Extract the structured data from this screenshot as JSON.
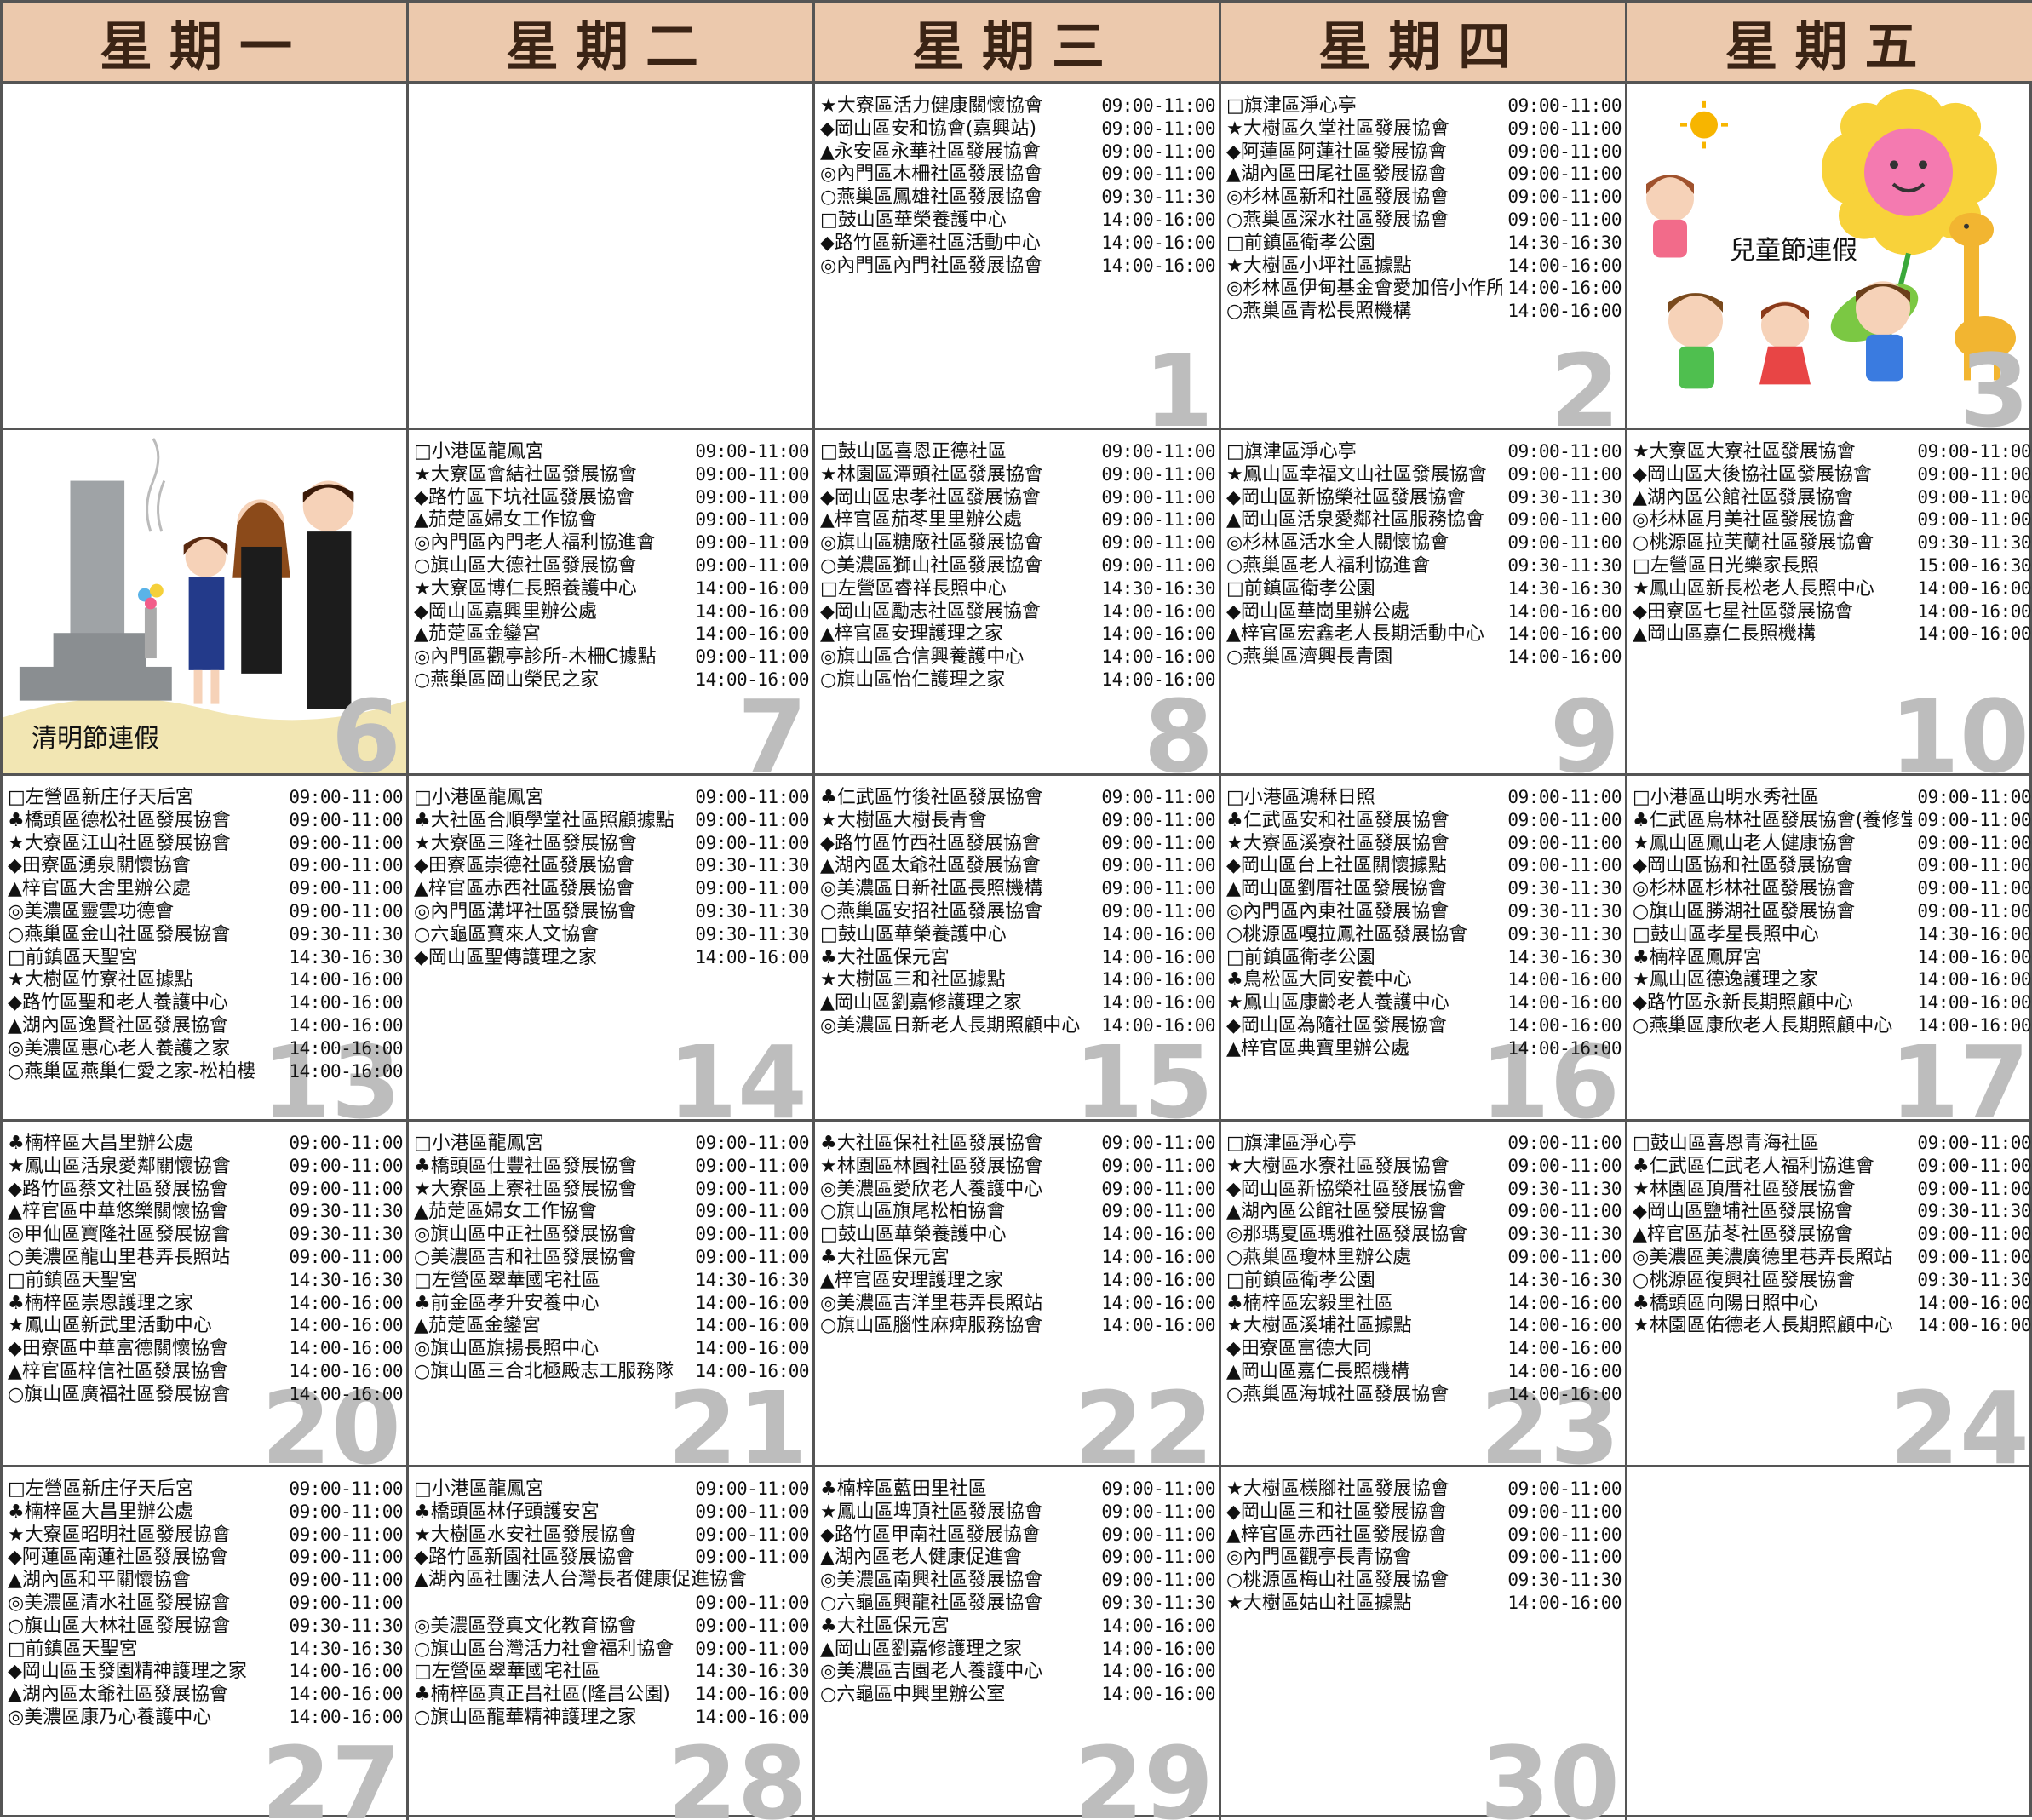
{
  "weekdays": [
    "星期一",
    "星期二",
    "星期三",
    "星期四",
    "星期五"
  ],
  "days": [
    {
      "date": "",
      "entries": []
    },
    {
      "date": "",
      "entries": []
    },
    {
      "date": "1",
      "entries": [
        [
          "★大寮區活力健康關懷協會",
          "09:00-11:00"
        ],
        [
          "◆岡山區安和協會(嘉興站)",
          "09:00-11:00"
        ],
        [
          "▲永安區永華社區發展協會",
          "09:00-11:00"
        ],
        [
          "◎內門區木柵社區發展協會",
          "09:00-11:00"
        ],
        [
          "○燕巢區鳳雄社區發展協會",
          "09:30-11:30"
        ],
        [
          "□鼓山區華榮養護中心",
          "14:00-16:00"
        ],
        [
          "◆路竹區新達社區活動中心",
          "14:00-16:00"
        ],
        [
          "◎內門區內門社區發展協會",
          "14:00-16:00"
        ]
      ]
    },
    {
      "date": "2",
      "entries": [
        [
          "□旗津區淨心亭",
          "09:00-11:00"
        ],
        [
          "★大樹區久堂社區發展協會",
          "09:00-11:00"
        ],
        [
          "◆阿蓮區阿蓮社區發展協會",
          "09:00-11:00"
        ],
        [
          "▲湖內區田尾社區發展協會",
          "09:00-11:00"
        ],
        [
          "◎杉林區新和社區發展協會",
          "09:00-11:00"
        ],
        [
          "○燕巢區深水社區發展協會",
          "09:00-11:00"
        ],
        [
          "□前鎮區衛孝公園",
          "14:30-16:30"
        ],
        [
          "★大樹區小坪社區據點",
          "14:00-16:00"
        ],
        [
          "◎杉林區伊甸基金會愛加倍小作所",
          "14:00-16:00"
        ],
        [
          "○燕巢區青松長照機構",
          "14:00-16:00"
        ]
      ]
    },
    {
      "date": "3",
      "entries": [],
      "holiday": "兒童節連假"
    },
    {
      "date": "6",
      "entries": [],
      "holiday": "清明節連假"
    },
    {
      "date": "7",
      "entries": [
        [
          "□小港區龍鳳宮",
          "09:00-11:00"
        ],
        [
          "★大寮區會結社區發展協會",
          "09:00-11:00"
        ],
        [
          "◆路竹區下坑社區發展協會",
          "09:00-11:00"
        ],
        [
          "▲茄萣區婦女工作協會",
          "09:00-11:00"
        ],
        [
          "◎內門區內門老人福利協進會",
          "09:00-11:00"
        ],
        [
          "○旗山區大德社區發展協會",
          "09:00-11:00"
        ],
        [
          "★大寮區博仁長照養護中心",
          "14:00-16:00"
        ],
        [
          "◆岡山區嘉興里辦公處",
          "14:00-16:00"
        ],
        [
          "▲茄萣區金鑾宮",
          "14:00-16:00"
        ],
        [
          "◎內門區觀亭診所-木柵C據點",
          "09:00-11:00"
        ],
        [
          "○燕巢區岡山榮民之家",
          "14:00-16:00"
        ]
      ]
    },
    {
      "date": "8",
      "entries": [
        [
          "□鼓山區喜恩正德社區",
          "09:00-11:00"
        ],
        [
          "★林園區潭頭社區發展協會",
          "09:00-11:00"
        ],
        [
          "◆岡山區忠孝社區發展協會",
          "09:00-11:00"
        ],
        [
          "▲梓官區茄苳里里辦公處",
          "09:00-11:00"
        ],
        [
          "◎旗山區糖廠社區發展協會",
          "09:00-11:00"
        ],
        [
          "○美濃區獅山社區發展協會",
          "09:00-11:00"
        ],
        [
          "□左營區睿祥長照中心",
          "14:30-16:30"
        ],
        [
          "◆岡山區勵志社區發展協會",
          "14:00-16:00"
        ],
        [
          "▲梓官區安理護理之家",
          "14:00-16:00"
        ],
        [
          "◎旗山區合信興養護中心",
          "14:00-16:00"
        ],
        [
          "○旗山區怡仁護理之家",
          "14:00-16:00"
        ]
      ]
    },
    {
      "date": "9",
      "entries": [
        [
          "□旗津區淨心亭",
          "09:00-11:00"
        ],
        [
          "★鳳山區幸福文山社區發展協會",
          "09:00-11:00"
        ],
        [
          "◆岡山區新協榮社區發展協會",
          "09:30-11:30"
        ],
        [
          "▲岡山區活泉愛鄰社區服務協會",
          "09:00-11:00"
        ],
        [
          "◎杉林區活水全人關懷協會",
          "09:00-11:00"
        ],
        [
          "○燕巢區老人福利協進會",
          "09:30-11:30"
        ],
        [
          "□前鎮區衛孝公園",
          "14:30-16:30"
        ],
        [
          "◆岡山區華崗里辦公處",
          "14:00-16:00"
        ],
        [
          "▲梓官區宏鑫老人長期活動中心",
          "14:00-16:00"
        ],
        [
          "○燕巢區濟興長青園",
          "14:00-16:00"
        ]
      ]
    },
    {
      "date": "10",
      "entries": [
        [
          "★大寮區大寮社區發展協會",
          "09:00-11:00"
        ],
        [
          "◆岡山區大後協社區發展協會",
          "09:00-11:00"
        ],
        [
          "▲湖內區公館社區發展協會",
          "09:00-11:00"
        ],
        [
          "◎杉林區月美社區發展協會",
          "09:00-11:00"
        ],
        [
          "○桃源區拉芙蘭社區發展協會",
          "09:30-11:30"
        ],
        [
          "□左營區日光樂家長照",
          "15:00-16:30"
        ],
        [
          "★鳳山區新長松老人長照中心",
          "14:00-16:00"
        ],
        [
          "◆田寮區七星社區發展協會",
          "14:00-16:00"
        ],
        [
          "▲岡山區嘉仁長照機構",
          "14:00-16:00"
        ]
      ]
    },
    {
      "date": "13",
      "entries": [
        [
          "□左營區新庄仔天后宮",
          "09:00-11:00"
        ],
        [
          "♣橋頭區德松社區發展協會",
          "09:00-11:00"
        ],
        [
          "★大寮區江山社區發展協會",
          "09:00-11:00"
        ],
        [
          "◆田寮區湧泉關懷協會",
          "09:00-11:00"
        ],
        [
          "▲梓官區大舍里辦公處",
          "09:00-11:00"
        ],
        [
          "◎美濃區靈雲功德會",
          "09:00-11:00"
        ],
        [
          "○燕巢區金山社區發展協會",
          "09:30-11:30"
        ],
        [
          "□前鎮區天聖宮",
          "14:30-16:30"
        ],
        [
          "★大樹區竹寮社區據點",
          "14:00-16:00"
        ],
        [
          "◆路竹區聖和老人養護中心",
          "14:00-16:00"
        ],
        [
          "▲湖內區逸賢社區發展協會",
          "14:00-16:00"
        ],
        [
          "◎美濃區惠心老人養護之家",
          "14:00-16:00"
        ],
        [
          "○燕巢區燕巢仁愛之家-松柏樓",
          "14:00-16:00"
        ]
      ]
    },
    {
      "date": "14",
      "entries": [
        [
          "□小港區龍鳳宮",
          "09:00-11:00"
        ],
        [
          "♣大社區合順學堂社區照顧據點",
          "09:00-11:00"
        ],
        [
          "★大寮區三隆社區發展協會",
          "09:00-11:00"
        ],
        [
          "◆田寮區崇德社區發展協會",
          "09:30-11:30"
        ],
        [
          "▲梓官區赤西社區發展協會",
          "09:00-11:00"
        ],
        [
          "◎內門區溝坪社區發展協會",
          "09:30-11:30"
        ],
        [
          "○六龜區寶來人文協會",
          "09:30-11:30"
        ],
        [
          "◆岡山區聖傳護理之家",
          "14:00-16:00"
        ]
      ]
    },
    {
      "date": "15",
      "entries": [
        [
          "♣仁武區竹後社區發展協會",
          "09:00-11:00"
        ],
        [
          "★大樹區大樹長青會",
          "09:00-11:00"
        ],
        [
          "◆路竹區竹西社區發展協會",
          "09:00-11:00"
        ],
        [
          "▲湖內區太爺社區發展協會",
          "09:00-11:00"
        ],
        [
          "◎美濃區日新社區長照機構",
          "09:00-11:00"
        ],
        [
          "○燕巢區安招社區發展協會",
          "09:00-11:00"
        ],
        [
          "□鼓山區華榮養護中心",
          "14:00-16:00"
        ],
        [
          "♣大社區保元宮",
          "14:00-16:00"
        ],
        [
          "★大樹區三和社區據點",
          "14:00-16:00"
        ],
        [
          "▲岡山區劉嘉修護理之家",
          "14:00-16:00"
        ],
        [
          "◎美濃區日新老人長期照顧中心",
          "14:00-16:00"
        ]
      ]
    },
    {
      "date": "16",
      "entries": [
        [
          "□小港區鴻秝日照",
          "09:00-11:00"
        ],
        [
          "♣仁武區安和社區發展協會",
          "09:00-11:00"
        ],
        [
          "★大寮區溪寮社區發展協會",
          "09:00-11:00"
        ],
        [
          "◆岡山區台上社區關懷據點",
          "09:00-11:00"
        ],
        [
          "▲岡山區劉厝社區發展協會",
          "09:30-11:30"
        ],
        [
          "◎內門區內東社區發展協會",
          "09:30-11:30"
        ],
        [
          "○桃源區嘎拉鳳社區發展協會",
          "09:30-11:30"
        ],
        [
          "□前鎮區衛孝公園",
          "14:30-16:30"
        ],
        [
          "♣鳥松區大同安養中心",
          "14:00-16:00"
        ],
        [
          "★鳳山區康齡老人養護中心",
          "14:00-16:00"
        ],
        [
          "◆岡山區為隨社區發展協會",
          "14:00-16:00"
        ],
        [
          "▲梓官區典寶里辦公處",
          "14:00-16:00"
        ]
      ]
    },
    {
      "date": "17",
      "entries": [
        [
          "□小港區山明水秀社區",
          "09:00-11:00"
        ],
        [
          "♣仁武區烏林社區發展協會(養修堂)",
          "09:00-11:00"
        ],
        [
          "★鳳山區鳳山老人健康協會",
          "09:00-11:00"
        ],
        [
          "◆岡山區協和社區發展協會",
          "09:00-11:00"
        ],
        [
          "◎杉林區杉林社區發展協會",
          "09:00-11:00"
        ],
        [
          "○旗山區勝湖社區發展協會",
          "09:00-11:00"
        ],
        [
          "□鼓山區孝星長照中心",
          "14:30-16:00"
        ],
        [
          "♣楠梓區鳳屏宮",
          "14:00-16:00"
        ],
        [
          "★鳳山區德逸護理之家",
          "14:00-16:00"
        ],
        [
          "◆路竹區永新長期照顧中心",
          "14:00-16:00"
        ],
        [
          "○燕巢區康欣老人長期照顧中心",
          "14:00-16:00"
        ]
      ]
    },
    {
      "date": "20",
      "entries": [
        [
          "♣楠梓區大昌里辦公處",
          "09:00-11:00"
        ],
        [
          "★鳳山區活泉愛鄰關懷協會",
          "09:00-11:00"
        ],
        [
          "◆路竹區蔡文社區發展協會",
          "09:00-11:00"
        ],
        [
          "▲梓官區中華悠樂關懷協會",
          "09:30-11:30"
        ],
        [
          "◎甲仙區寶隆社區發展協會",
          "09:30-11:30"
        ],
        [
          "○美濃區龍山里巷弄長照站",
          "09:00-11:00"
        ],
        [
          "□前鎮區天聖宮",
          "14:30-16:30"
        ],
        [
          "♣楠梓區崇恩護理之家",
          "14:00-16:00"
        ],
        [
          "★鳳山區新武里活動中心",
          "14:00-16:00"
        ],
        [
          "◆田寮區中華富德關懷協會",
          "14:00-16:00"
        ],
        [
          "▲梓官區梓信社區發展協會",
          "14:00-16:00"
        ],
        [
          "○旗山區廣福社區發展協會",
          "14:00-16:00"
        ]
      ]
    },
    {
      "date": "21",
      "entries": [
        [
          "□小港區龍鳳宮",
          "09:00-11:00"
        ],
        [
          "♣橋頭區仕豐社區發展協會",
          "09:00-11:00"
        ],
        [
          "★大寮區上寮社區發展協會",
          "09:00-11:00"
        ],
        [
          "▲茄萣區婦女工作協會",
          "09:00-11:00"
        ],
        [
          "◎旗山區中正社區發展協會",
          "09:00-11:00"
        ],
        [
          "○美濃區吉和社區發展協會",
          "09:00-11:00"
        ],
        [
          "□左營區翠華國宅社區",
          "14:30-16:30"
        ],
        [
          "♣前金區孝升安養中心",
          "14:00-16:00"
        ],
        [
          "▲茄萣區金鑾宮",
          "14:00-16:00"
        ],
        [
          "◎旗山區旗揚長照中心",
          "14:00-16:00"
        ],
        [
          "○旗山區三合北極殿志工服務隊",
          "14:00-16:00"
        ]
      ]
    },
    {
      "date": "22",
      "entries": [
        [
          "♣大社區保社社區發展協會",
          "09:00-11:00"
        ],
        [
          "★林園區林園社區發展協會",
          "09:00-11:00"
        ],
        [
          "◎美濃區愛欣老人養護中心",
          "09:00-11:00"
        ],
        [
          "○旗山區旗尾松柏協會",
          "09:00-11:00"
        ],
        [
          "□鼓山區華榮養護中心",
          "14:00-16:00"
        ],
        [
          "♣大社區保元宮",
          "14:00-16:00"
        ],
        [
          "▲梓官區安理護理之家",
          "14:00-16:00"
        ],
        [
          "◎美濃區吉洋里巷弄長照站",
          "14:00-16:00"
        ],
        [
          "○旗山區腦性麻痺服務協會",
          "14:00-16:00"
        ]
      ]
    },
    {
      "date": "23",
      "entries": [
        [
          "□旗津區淨心亭",
          "09:00-11:00"
        ],
        [
          "★大樹區水寮社區發展協會",
          "09:00-11:00"
        ],
        [
          "◆岡山區新協榮社區發展協會",
          "09:30-11:30"
        ],
        [
          "▲湖內區公館社區發展協會",
          "09:00-11:00"
        ],
        [
          "◎那瑪夏區瑪雅社區發展協會",
          "09:30-11:30"
        ],
        [
          "○燕巢區瓊林里辦公處",
          "09:00-11:00"
        ],
        [
          "□前鎮區衛孝公園",
          "14:30-16:30"
        ],
        [
          "♣楠梓區宏毅里社區",
          "14:00-16:00"
        ],
        [
          "★大樹區溪埔社區據點",
          "14:00-16:00"
        ],
        [
          "◆田寮區富德大同",
          "14:00-16:00"
        ],
        [
          "▲岡山區嘉仁長照機構",
          "14:00-16:00"
        ],
        [
          "○燕巢區海城社區發展協會",
          "14:00-16:00"
        ]
      ]
    },
    {
      "date": "24",
      "entries": [
        [
          "□鼓山區喜恩青海社區",
          "09:00-11:00"
        ],
        [
          "♣仁武區仁武老人福利協進會",
          "09:00-11:00"
        ],
        [
          "★林園區頂厝社區發展協會",
          "09:00-11:00"
        ],
        [
          "◆岡山區鹽埔社區發展協會",
          "09:30-11:30"
        ],
        [
          "▲梓官區茄苳社區發展協會",
          "09:00-11:00"
        ],
        [
          "◎美濃區美濃廣德里巷弄長照站",
          "09:00-11:00"
        ],
        [
          "○桃源區復興社區發展協會",
          "09:30-11:30"
        ],
        [
          "♣橋頭區向陽日照中心",
          "14:00-16:00"
        ],
        [
          "★林園區佑德老人長期照顧中心",
          "14:00-16:00"
        ]
      ]
    },
    {
      "date": "27",
      "entries": [
        [
          "□左營區新庄仔天后宮",
          "09:00-11:00"
        ],
        [
          "♣楠梓區大昌里辦公處",
          "09:00-11:00"
        ],
        [
          "★大寮區昭明社區發展協會",
          "09:00-11:00"
        ],
        [
          "◆阿蓮區南蓮社區發展協會",
          "09:00-11:00"
        ],
        [
          "▲湖內區和平關懷協會",
          "09:00-11:00"
        ],
        [
          "◎美濃區清水社區發展協會",
          "09:00-11:00"
        ],
        [
          "○旗山區大林社區發展協會",
          "09:30-11:30"
        ],
        [
          "□前鎮區天聖宮",
          "14:30-16:30"
        ],
        [
          "◆岡山區玉發園精神護理之家",
          "14:00-16:00"
        ],
        [
          "▲湖內區太爺社區發展協會",
          "14:00-16:00"
        ],
        [
          "◎美濃區康乃心養護中心",
          "14:00-16:00"
        ]
      ]
    },
    {
      "date": "28",
      "entries": [
        [
          "□小港區龍鳳宮",
          "09:00-11:00"
        ],
        [
          "♣橋頭區林仔頭護安宮",
          "09:00-11:00"
        ],
        [
          "★大樹區水安社區發展協會",
          "09:00-11:00"
        ],
        [
          "◆路竹區新園社區發展協會",
          "09:00-11:00"
        ],
        [
          "▲湖內區社團法人台灣長者健康促進協會",
          ""
        ],
        [
          "",
          "09:00-11:00"
        ],
        [
          "◎美濃區登真文化教育協會",
          "09:00-11:00"
        ],
        [
          "○旗山區台灣活力社會福利協會",
          "09:00-11:00"
        ],
        [
          "□左營區翠華國宅社區",
          "14:30-16:30"
        ],
        [
          "♣楠梓區真正昌社區(隆昌公園)",
          "14:00-16:00"
        ],
        [
          "○旗山區龍華精神護理之家",
          "14:00-16:00"
        ]
      ]
    },
    {
      "date": "29",
      "entries": [
        [
          "♣楠梓區藍田里社區",
          "09:00-11:00"
        ],
        [
          "★鳳山區埤頂社區發展協會",
          "09:00-11:00"
        ],
        [
          "◆路竹區甲南社區發展協會",
          "09:00-11:00"
        ],
        [
          "▲湖內區老人健康促進會",
          "09:00-11:00"
        ],
        [
          "◎美濃區南興社區發展協會",
          "09:00-11:00"
        ],
        [
          "○六龜區興龍社區發展協會",
          "09:30-11:30"
        ],
        [
          "♣大社區保元宮",
          "14:00-16:00"
        ],
        [
          "▲岡山區劉嘉修護理之家",
          "14:00-16:00"
        ],
        [
          "◎美濃區吉園老人養護中心",
          "14:00-16:00"
        ],
        [
          "○六龜區中興里辦公室",
          "14:00-16:00"
        ]
      ]
    },
    {
      "date": "30",
      "entries": [
        [
          "★大樹區檨腳社區發展協會",
          "09:00-11:00"
        ],
        [
          "◆岡山區三和社區發展協會",
          "09:00-11:00"
        ],
        [
          "▲梓官區赤西社區發展協會",
          "09:00-11:00"
        ],
        [
          "◎內門區觀亭長青協會",
          "09:00-11:00"
        ],
        [
          "○桃源區梅山社區發展協會",
          "09:30-11:30"
        ],
        [
          "★大樹區姑山社區據點",
          "14:00-16:00"
        ]
      ]
    },
    {
      "date": "",
      "entries": []
    }
  ]
}
